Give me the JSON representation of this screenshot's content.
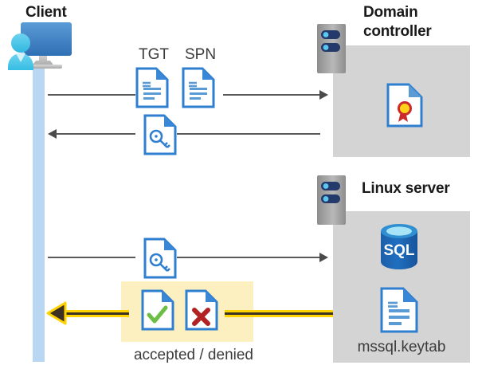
{
  "diagram": {
    "type": "kerberos-authentication-flow",
    "client": {
      "label": "Client",
      "icon": "user-computer-icon"
    },
    "domain_controller": {
      "label_line1": "Domain",
      "label_line2": "controller",
      "server_icon": "server-rack-icon",
      "contents": [
        {
          "icon": "certificate-document-icon",
          "label": ""
        }
      ]
    },
    "linux_server": {
      "label": "Linux server",
      "server_icon": "server-rack-icon",
      "contents": [
        {
          "icon": "sql-database-icon",
          "label": "SQL"
        },
        {
          "icon": "keytab-document-icon",
          "label": "mssql.keytab"
        }
      ]
    },
    "messages": [
      {
        "id": "msg-request-tgt-spn",
        "direction": "right",
        "labels": [
          "TGT",
          "SPN"
        ],
        "icons": [
          "document-text-icon",
          "document-text-icon"
        ],
        "style": "plain"
      },
      {
        "id": "msg-ticket-response",
        "direction": "left",
        "labels": [],
        "icons": [
          "document-key-icon"
        ],
        "style": "plain"
      },
      {
        "id": "msg-present-ticket",
        "direction": "right",
        "labels": [],
        "icons": [
          "document-key-icon"
        ],
        "style": "plain"
      },
      {
        "id": "msg-auth-result",
        "direction": "left",
        "labels": [
          "accepted / denied"
        ],
        "icons": [
          "document-check-icon",
          "document-cross-icon"
        ],
        "style": "highlighted-yellow"
      }
    ],
    "labels": {
      "tgt": "TGT",
      "spn": "SPN",
      "accepted_denied": "accepted / denied",
      "sql": "SQL",
      "keytab": "mssql.keytab"
    },
    "colors": {
      "panel_gray": "#d4d4d4",
      "lifeline_blue": "#b9d7f2",
      "doc_blue": "#2f7fd1",
      "doc_fold_blue": "#3a87d8",
      "arrow_gray": "#595959",
      "yellow": "#ffd300",
      "yellow_highlight": "#fcf0c0",
      "check_green": "#6cbe45",
      "cross_red": "#b22222",
      "sql_blue": "#1668b8",
      "server_gray": "#9a9a9a",
      "server_navy": "#243a6b",
      "cert_red": "#cc2a2a",
      "cert_gold": "#ffd21a",
      "text_dark": "#1a1a1a",
      "text_gray": "#3b3b3b"
    }
  }
}
